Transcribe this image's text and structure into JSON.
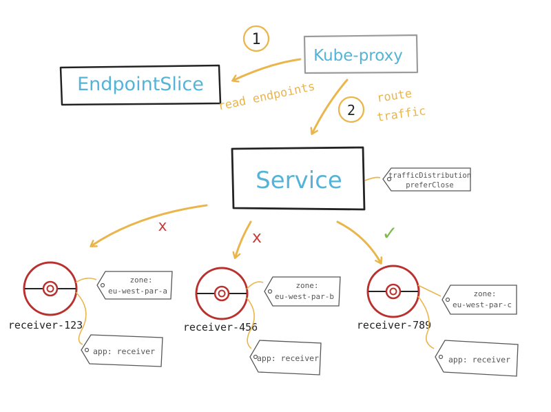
{
  "colors": {
    "arrow": "#eab54a",
    "boxLabel": "#55b3d8",
    "ink": "#222222",
    "gray": "#9a9a9a",
    "pokeRed": "#b8312f",
    "cross": "#c73a36",
    "check": "#7dbb4e",
    "tagText": "#555555"
  },
  "boxes": {
    "endpointslice": "EndpointSlice",
    "kubeproxy": "Kube-proxy",
    "service": "Service"
  },
  "steps": {
    "step1": "1",
    "step2": "2"
  },
  "labels": {
    "read_endpoints": "read endpoints",
    "route_line1": "route",
    "route_line2": "traffic"
  },
  "service_tag": {
    "line1": "trafficDistribution",
    "line2": "preferClose"
  },
  "pods": [
    {
      "name": "receiver-123",
      "zone_label": "zone:",
      "zone": "eu-west-par-a",
      "app": "app: receiver"
    },
    {
      "name": "receiver-456",
      "zone_label": "zone:",
      "zone": "eu-west-par-b",
      "app": "app: receiver"
    },
    {
      "name": "receiver-789",
      "zone_label": "zone:",
      "zone": "eu-west-par-c",
      "app": "app: receiver"
    }
  ],
  "marks": {
    "cross": "x",
    "check": "✓"
  },
  "icons": {
    "pod": "pokeball-icon",
    "tag": "tag-icon"
  }
}
